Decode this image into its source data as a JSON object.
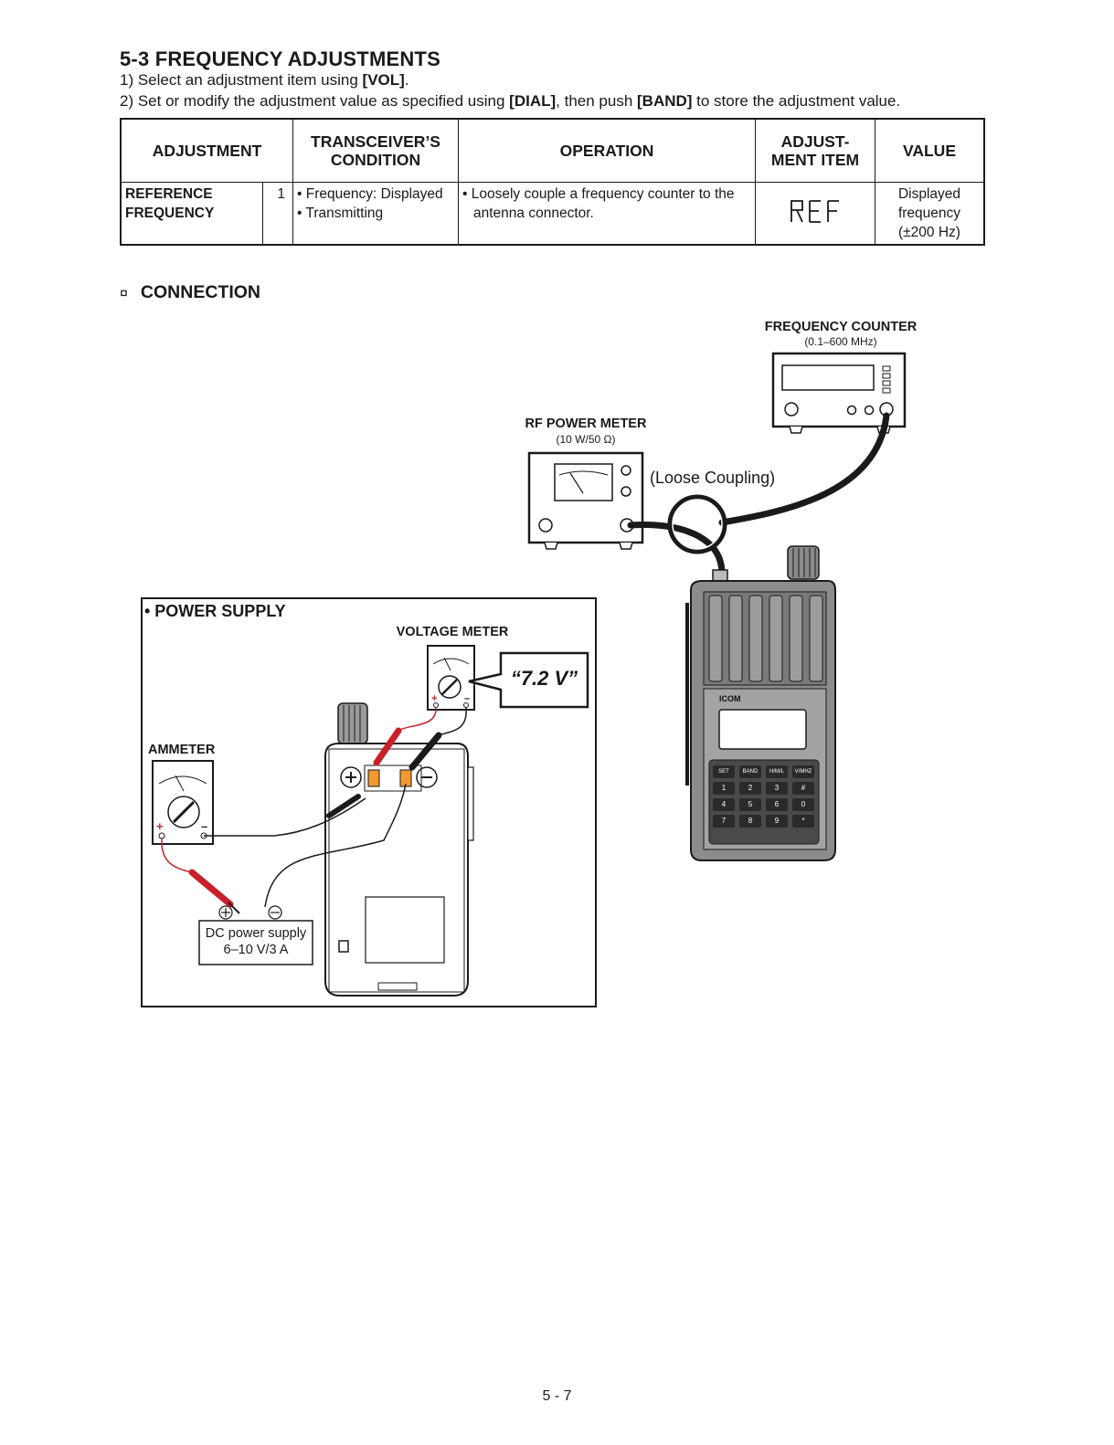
{
  "section": {
    "title": "5-3 FREQUENCY ADJUSTMENTS",
    "step1": {
      "prefix": "1) Select an adjustment item using ",
      "key": "[VOL]",
      "suffix": "."
    },
    "step2": {
      "prefix": "2) Set or modify the adjustment value as specified using ",
      "key1": "[DIAL]",
      "mid": ", then push ",
      "key2": "[BAND]",
      "suffix": " to store the adjustment value."
    }
  },
  "table": {
    "headers": {
      "adjustment": "ADJUSTMENT",
      "condition": "TRANSCEIVER’S CONDITION",
      "operation": "OPERATION",
      "item": "ADJUST- MENT ITEM",
      "value": "VALUE"
    },
    "row": {
      "adjustment_line1": "REFERENCE",
      "adjustment_line2": "FREQUENCY",
      "step": "1",
      "condition_line1": "• Frequency: Displayed",
      "condition_line2": "• Transmitting",
      "operation_line1": "• Loosely couple a frequency counter to the",
      "operation_line2": "antenna connector.",
      "item_display": "REF",
      "value_line1": "Displayed",
      "value_line2": "frequency",
      "value_line3": "(±200 Hz)"
    }
  },
  "connection": {
    "marker": "¤",
    "title": "CONNECTION",
    "frequency_counter": {
      "label": "FREQUENCY COUNTER",
      "range": "(0.1–600 MHz)"
    },
    "rf_power_meter": {
      "label": "RF POWER METER",
      "spec": "(10 W/50 Ω)"
    },
    "coupling_label": "(Loose Coupling)",
    "radio_brand": "ICOM",
    "keypad": [
      "SET",
      "BAND",
      "H/M/L",
      "V/MHZ",
      "1",
      "2",
      "3",
      "#",
      "4",
      "5",
      "6",
      "0",
      "7",
      "8",
      "9",
      "*"
    ],
    "power_supply": {
      "title": "• POWER SUPPLY",
      "voltage_meter": "VOLTAGE METER",
      "voltage_reading": "“7.2 V”",
      "ammeter": "AMMETER",
      "dc_supply_line1": "DC power supply",
      "dc_supply_line2": "6–10 V/3 A",
      "plus_symbol": "+",
      "minus_symbol": "–"
    }
  },
  "page_number": "5 - 7",
  "colors": {
    "probe_red": "#c8202a",
    "radio_body": "#8a8a8a",
    "text": "#1a1a1a"
  }
}
